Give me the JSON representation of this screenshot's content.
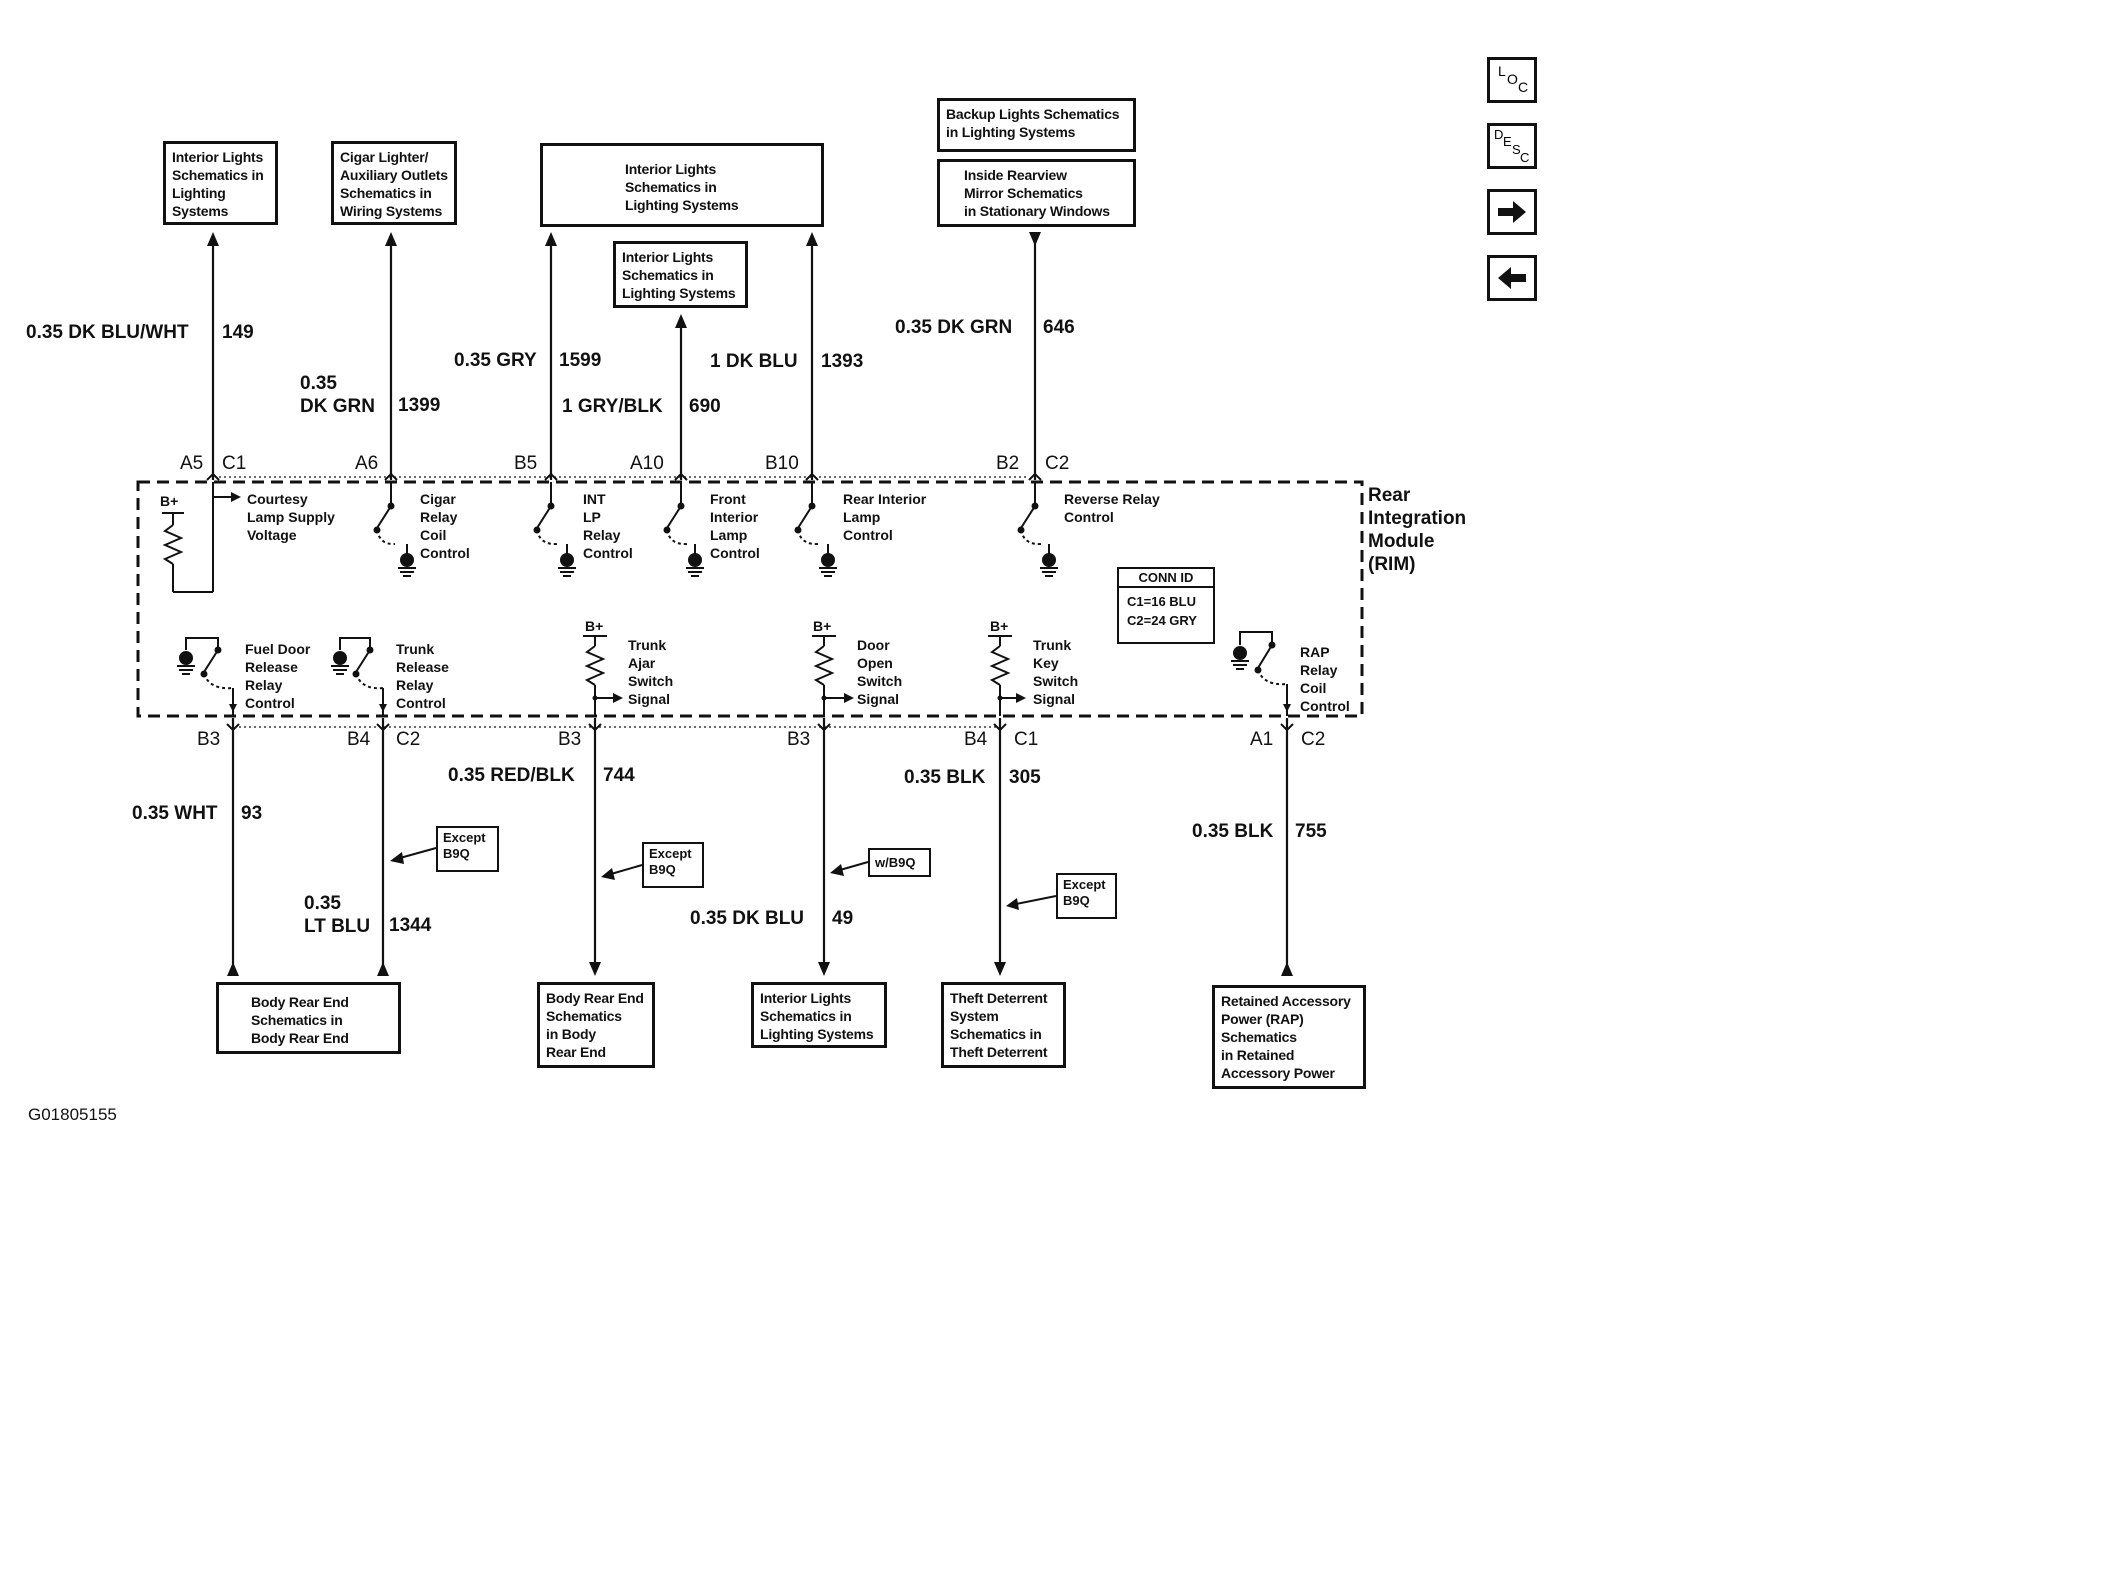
{
  "top_boxes": {
    "b1": "Interior Lights\nSchematics in\nLighting\nSystems",
    "b2": "Cigar Lighter/\nAuxiliary Outlets\nSchematics in\nWiring Systems",
    "b3": "Interior Lights\nSchematics in\nLighting Systems",
    "b4": "Interior Lights\nSchematics in\nLighting Systems",
    "b5a": "Backup Lights Schematics\nin Lighting Systems",
    "b5b": "Inside Rearview\nMirror Schematics\nin Stationary Windows"
  },
  "top_wires": {
    "w1": "0.35 DK BLU/WHT",
    "w1n": "149",
    "w2": "0.35\nDK GRN",
    "w2n": "1399",
    "w3": "0.35 GRY",
    "w3n": "1599",
    "w4": "1 GRY/BLK",
    "w4n": "690",
    "w5": "1 DK BLU",
    "w5n": "1393",
    "w6": "0.35 DK GRN",
    "w6n": "646"
  },
  "top_pins": {
    "p1": "A5",
    "c1": "C1",
    "p2": "A6",
    "p3": "B5",
    "p4": "A10",
    "p5": "B10",
    "p6": "B2",
    "c6": "C2"
  },
  "module": {
    "name": "Rear\nIntegration\nModule\n(RIM)",
    "conn_id_title": "CONN ID",
    "conn_id_lines": "C1=16 BLU\nC2=24 GRY",
    "bplus": "B+"
  },
  "components": {
    "courtesy": "Courtesy\nLamp Supply\nVoltage",
    "cigar": "Cigar\nRelay\nCoil\nControl",
    "intlp": "INT\nLP\nRelay\nControl",
    "front": "Front\nInterior\nLamp\nControl",
    "rearint": "Rear Interior\nLamp\nControl",
    "reverse": "Reverse Relay\nControl",
    "fuel": "Fuel Door\nRelease\nRelay\nControl",
    "trunkrel": "Trunk\nRelease\nRelay\nControl",
    "trunkajar": "Trunk\nAjar\nSwitch\nSignal",
    "door": "Door\nOpen\nSwitch\nSignal",
    "trunkkey": "Trunk\nKey\nSwitch\nSignal",
    "rap": "RAP\nRelay\nCoil\nControl"
  },
  "bottom_pins": {
    "p1": "B3",
    "p2": "B4",
    "c2": "C2",
    "p3": "B3",
    "p4": "B3",
    "p5": "B4",
    "c5": "C1",
    "p6": "A1",
    "c6": "C2"
  },
  "bottom_wires": {
    "w1": "0.35 WHT",
    "w1n": "93",
    "w2": "0.35\nLT BLU",
    "w2n": "1344",
    "w3": "0.35 RED/BLK",
    "w3n": "744",
    "w4": "0.35 DK BLU",
    "w4n": "49",
    "w5": "0.35 BLK",
    "w5n": "305",
    "w6": "0.35 BLK",
    "w6n": "755"
  },
  "notes": {
    "n1": "Except\nB9Q",
    "n2": "Except\nB9Q",
    "n3": "w/B9Q",
    "n4": "Except\nB9Q"
  },
  "bottom_boxes": {
    "b1": "Body Rear End\nSchematics in\nBody Rear End",
    "b2": "Body Rear End\nSchematics\nin Body\nRear End",
    "b3": "Interior Lights\nSchematics in\nLighting Systems",
    "b4": "Theft Deterrent\nSystem\nSchematics in\nTheft Deterrent",
    "b5": "Retained Accessory\nPower (RAP)\nSchematics\nin Retained\nAccessory Power"
  },
  "figure_id": "G01805155",
  "nav": {
    "loc": "LOC",
    "desc": "DESC"
  }
}
